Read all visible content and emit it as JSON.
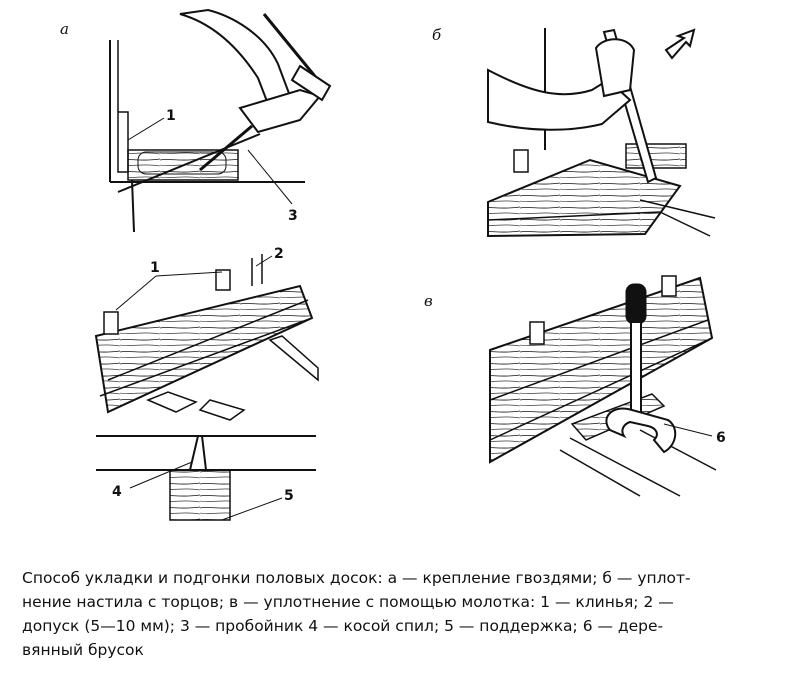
{
  "figure": {
    "panels": {
      "a": {
        "letter": "а"
      },
      "b": {
        "letter": "б"
      },
      "c": {
        "letter": "в"
      }
    },
    "callouts": {
      "a1": "1",
      "a3": "3",
      "d1": "1",
      "d2": "2",
      "d4": "4",
      "d5": "5",
      "c6": "6"
    }
  },
  "caption": {
    "lines": [
      "Способ укладки и подгонки половых досок: а — крепление гвоздями; б — уплот-",
      "нение настила с торцов; в — уплотнение с помощью молотка: 1 — клинья; 2 —",
      "допуск (5—10 мм); 3 — пробойник 4 — косой спил; 5 — поддержка; 6 — дере-",
      "вянный брусок"
    ]
  }
}
